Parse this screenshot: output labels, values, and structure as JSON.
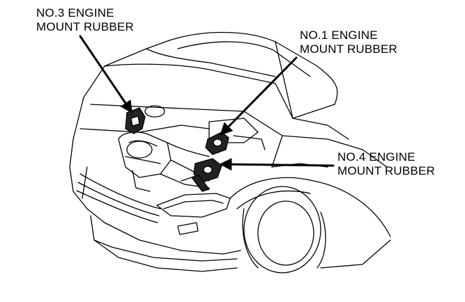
{
  "labels": {
    "no3": {
      "line1": "NO.3 ENGINE",
      "line2": "MOUNT RUBBER"
    },
    "no1": {
      "line1": "NO.1 ENGINE",
      "line2": "MOUNT RUBBER"
    },
    "no4": {
      "line1": "NO.4 ENGINE",
      "line2": "MOUNT RUBBER"
    }
  },
  "colors": {
    "ink": "#000000",
    "paper": "#ffffff"
  }
}
